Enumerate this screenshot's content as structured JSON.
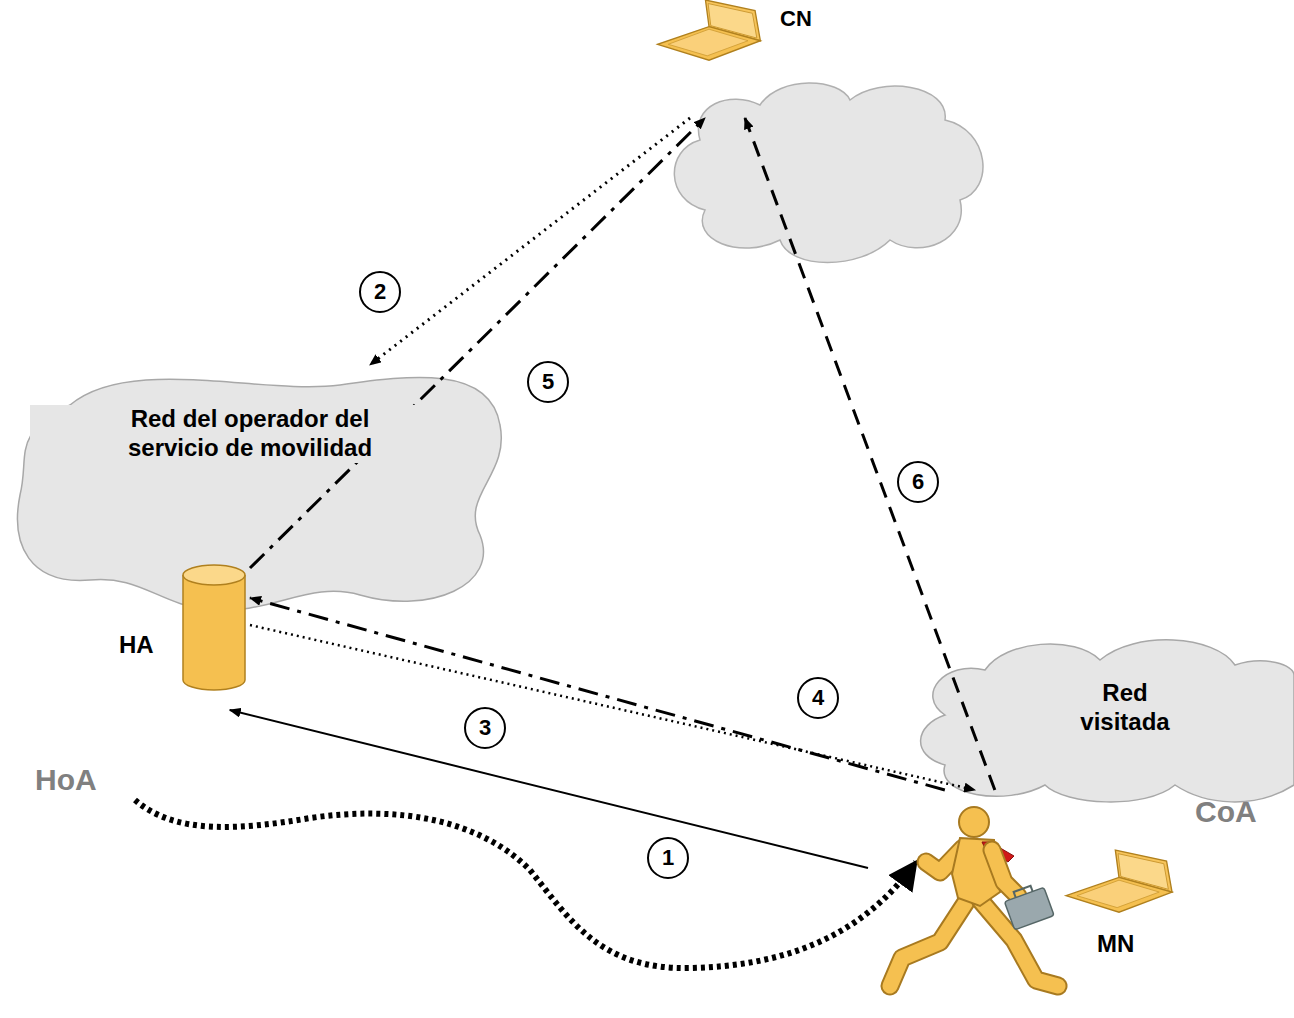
{
  "diagram": {
    "nodes": [
      {
        "text": [
          "CN"
        ]
      },
      {
        "text": [
          "Red del operador del servicio de movilidad"
        ]
      },
      {
        "text": [
          "HA"
        ]
      },
      {
        "text": [
          "Red visitada"
        ]
      },
      {
        "text": [
          "CoA",
          "MN"
        ]
      }
    ],
    "edges": [
      {
        "from": 4,
        "to": 2,
        "arrow": "to",
        "label": "1"
      },
      {
        "from": 0,
        "to": 1,
        "arrow": "to",
        "label": "2"
      },
      {
        "from": 2,
        "to": 4,
        "arrow": "to",
        "label": "3"
      },
      {
        "from": 4,
        "to": 2,
        "arrow": "to",
        "label": "4"
      },
      {
        "from": 2,
        "to": 0,
        "arrow": "to",
        "label": "5"
      },
      {
        "from": 4,
        "to": 0,
        "arrow": "to",
        "label": "6"
      }
    ],
    "labels": [
      "HoA"
    ]
  }
}
